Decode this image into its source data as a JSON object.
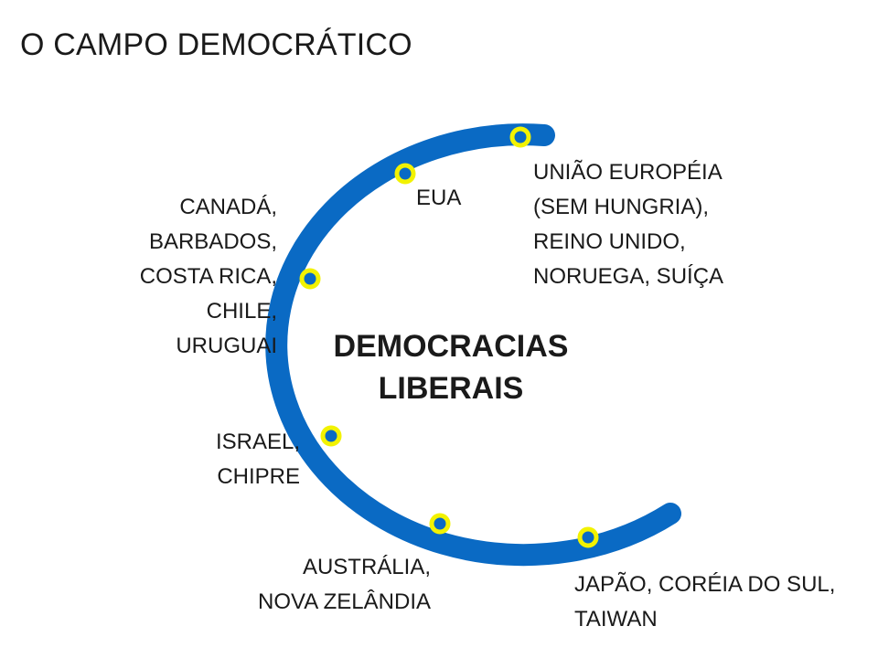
{
  "title": "O CAMPO DEMOCRÁTICO",
  "center": {
    "line1": "DEMOCRACIAS",
    "line2": "LIBERAIS"
  },
  "colors": {
    "arc": "#0a6ac4",
    "node_fill": "#0a6ac4",
    "node_ring": "#f2f200",
    "text": "#1a1a1a"
  },
  "groups": {
    "eu": {
      "lines": [
        "UNIÃO EUROPÉIA",
        "(SEM HUNGRIA),",
        "REINO UNIDO,",
        "NORUEGA, SUÍÇA"
      ]
    },
    "usa": {
      "lines": [
        "EUA"
      ]
    },
    "americas": {
      "lines": [
        "CANADÁ,",
        "BARBADOS,",
        "COSTA RICA,",
        "CHILE,",
        "URUGUAI"
      ]
    },
    "mideast": {
      "lines": [
        "ISRAEL,",
        "CHIPRE"
      ]
    },
    "oceania": {
      "lines": [
        "AUSTRÁLIA,",
        "NOVA ZELÂNDIA"
      ]
    },
    "asia": {
      "lines": [
        "JAPÃO, CORÉIA DO SUL,",
        "TAIWAN"
      ]
    }
  }
}
